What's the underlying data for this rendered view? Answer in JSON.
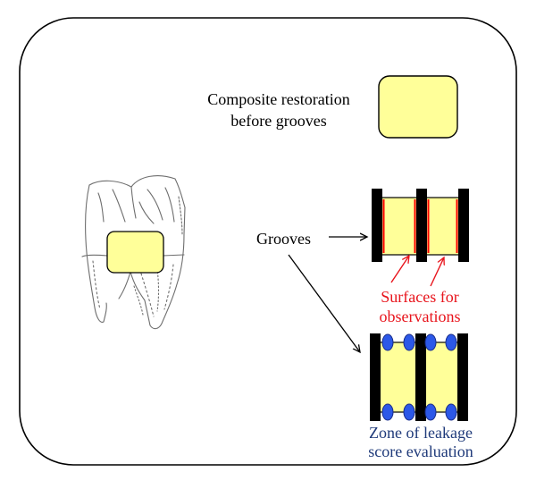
{
  "labels": {
    "composite_line1": "Composite restoration",
    "composite_line2": "before grooves",
    "grooves": "Grooves",
    "surfaces_line1": "Surfaces for",
    "surfaces_line2": "observations",
    "zone_line1": "Zone of leakage",
    "zone_line2": "score evaluation"
  },
  "colors": {
    "composite_fill": "#FFFF99",
    "wall": "#000000",
    "surface_highlight": "#FF0000",
    "surfaces_text": "#E8141C",
    "zone_text": "#1F3A7A",
    "leakage_dot": "#2C58E8",
    "tooth_sketch": "#6E6E6E"
  },
  "icons": {
    "tooth": "molar-tooth-sketch"
  }
}
